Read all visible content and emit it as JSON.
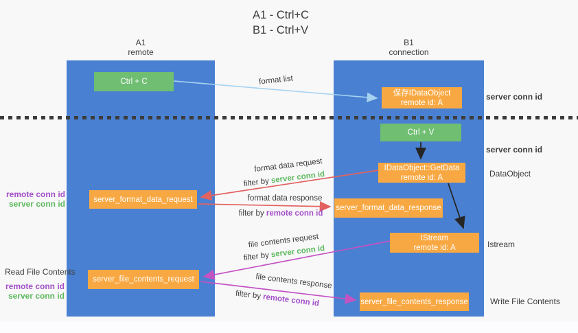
{
  "title": {
    "line1": "A1 - Ctrl+C",
    "line2": "B1 - Ctrl+V"
  },
  "lanes": {
    "left": {
      "name": "A1",
      "role": "remote"
    },
    "right": {
      "name": "B1",
      "role": "connection"
    }
  },
  "boxes": {
    "ctrl_c": {
      "label": "Ctrl + C"
    },
    "ctrl_v": {
      "label": "Ctrl + V"
    },
    "save_idataobject": {
      "line1": "保存IDataObject",
      "line2": "remote id: A"
    },
    "getdata": {
      "line1": "IDataObject::GetData",
      "line2": "remote id: A"
    },
    "istream": {
      "line1": "IStream",
      "line2": "remote id: A"
    },
    "format_request": {
      "label": "server_format_data_request"
    },
    "format_response": {
      "label": "server_format_data_response"
    },
    "file_request": {
      "label": "server_file_contents_request"
    },
    "file_response": {
      "label": "server_file_contents_response"
    }
  },
  "arrow_labels": {
    "format_list": "format list",
    "format_data_request": "format data request",
    "format_data_response": "format data response",
    "file_contents_request": "file contents request",
    "file_contents_response": "file contents response"
  },
  "shared": {
    "filter_by": "filter by",
    "server_conn_id": "server conn id",
    "remote_conn_id": "remote conn id"
  },
  "side_labels": {
    "read_file_contents": "Read File Contents",
    "write_file_contents": "Write File Contents",
    "dataobject": "DataObject",
    "istream": "Istream"
  },
  "colors": {
    "lane_blue": "#4a80d2",
    "box_green": "#6fbe72",
    "box_orange": "#f8a842",
    "arrow_light_blue": "#a6d3f0",
    "arrow_red": "#e2625f",
    "arrow_magenta": "#c353c3",
    "arrow_black": "#262626",
    "text_green": "#5cb85c",
    "text_purple": "#a44fc8",
    "text_dark": "#3d3d3d",
    "background": "#f8f8f9"
  }
}
